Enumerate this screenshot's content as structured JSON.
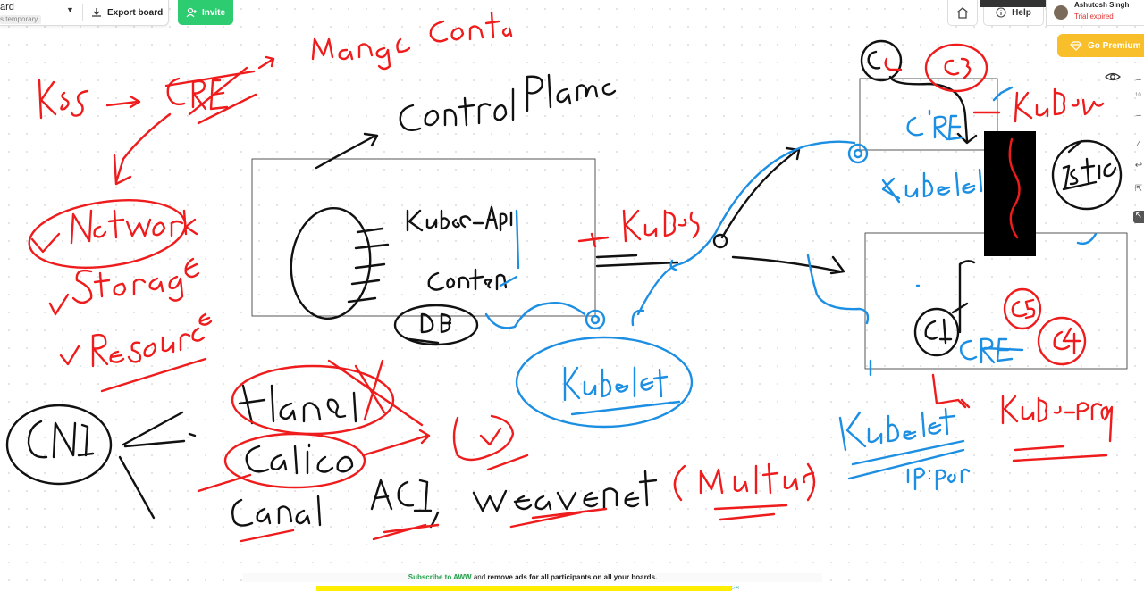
{
  "header": {
    "board_name": "ard",
    "board_subtitle": "s temporary",
    "export_label": "Export board",
    "invite_label": "Invite",
    "help_label": "Help",
    "user_name": "Ashutosh Singh",
    "trial_label": "Trial expired",
    "premium_label": "Go Premium"
  },
  "ad": {
    "subscribe_label": "Subscribe to AWW",
    "and_text": "and",
    "remove_text": "remove ads for all participants on all your boards."
  },
  "side_toolbar": {
    "zoom": "10"
  },
  "colors": {
    "ink_red": "#ee1c1c",
    "ink_blue": "#1d8fe3",
    "ink_black": "#111111",
    "invite_green": "#2ecc71",
    "premium_yellow": "#f8bf2a"
  },
  "whiteboard": {
    "scribbles": [
      {
        "text": "Manage Conta",
        "color": "red"
      },
      {
        "text": "K8S",
        "color": "red"
      },
      {
        "text": "CRE",
        "color": "red"
      },
      {
        "text": "Control Plane",
        "color": "black"
      },
      {
        "text": "kube-Api",
        "color": "black"
      },
      {
        "text": "Contr",
        "color": "black"
      },
      {
        "text": "DB",
        "color": "black"
      },
      {
        "text": "KuBey",
        "color": "red"
      },
      {
        "text": "Network",
        "color": "red"
      },
      {
        "text": "Storage",
        "color": "red"
      },
      {
        "text": "Resource",
        "color": "red"
      },
      {
        "text": "CNI",
        "color": "black"
      },
      {
        "text": "Flannel",
        "color": "black"
      },
      {
        "text": "Calico",
        "color": "black"
      },
      {
        "text": "Canal",
        "color": "black"
      },
      {
        "text": "ACI, weave net",
        "color": "black"
      },
      {
        "text": "(Multus)",
        "color": "red"
      },
      {
        "text": "Kubelet",
        "color": "blue"
      },
      {
        "text": "C1",
        "color": "red"
      },
      {
        "text": "C3",
        "color": "red"
      },
      {
        "text": "CRE",
        "color": "blue"
      },
      {
        "text": "KuBe-prox",
        "color": "red"
      },
      {
        "text": "istio",
        "color": "black"
      },
      {
        "text": "Kubelet",
        "color": "blue"
      },
      {
        "text": "C1",
        "color": "black"
      },
      {
        "text": "C5",
        "color": "red"
      },
      {
        "text": "C4",
        "color": "red"
      },
      {
        "text": "CRE",
        "color": "blue"
      },
      {
        "text": "Kubelet",
        "color": "blue"
      },
      {
        "text": "ip:port",
        "color": "blue"
      },
      {
        "text": "kube-proxy",
        "color": "red"
      }
    ]
  }
}
